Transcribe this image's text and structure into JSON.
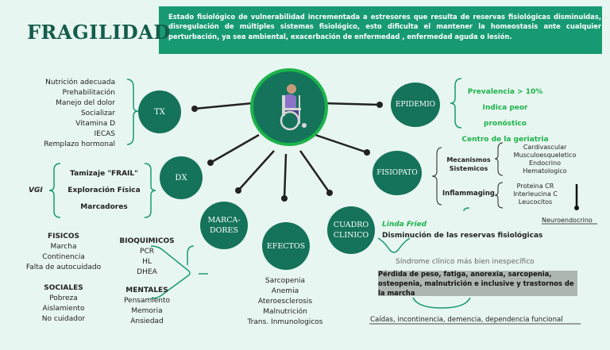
{
  "header": {
    "title": "FRAGILIDAD",
    "definition": "Estado fisiológico de vulnerabilidad incrementada a estresores que resulta de reservas fisiológicas disminuidas, disregulación de múltiples sistemas fisiológico, esto dificulta el mantener la homeostasis ante cualquier perturbación, ya sea ambiental, exacerbación de enfermedad , enfermedad aguda o lesión."
  },
  "nodes": {
    "tx": "TX",
    "dx": "DX",
    "marcadores_1": "MARCA-",
    "marcadores_2": "DORES",
    "efectos": "EFECTOS",
    "cuadro_1": "CUADRO",
    "cuadro_2": "CLINICO",
    "fisiopato": "FISIOPATO",
    "epidemio": "EPIDEMIO"
  },
  "tx_items": [
    "Nutrición adecuada",
    "Prehabilitación",
    "Manejo del dolor",
    "Socializar",
    "Vitamina D",
    "IECAS",
    "Remplazo hormonal"
  ],
  "dx": {
    "vgi": "VGI",
    "items": [
      "Tamizaje \"FRAIL\"",
      "Exploración Física",
      "Marcadores"
    ]
  },
  "marcadores": {
    "fisicos_title": "FISICOS",
    "fisicos": [
      "Marcha",
      "Continencia",
      "Falta de autocuidado"
    ],
    "sociales_title": "SOCIALES",
    "sociales": [
      "Pobreza",
      "Aislamiento",
      "No cuidador"
    ],
    "bioquimicos_title": "BIOQUIMICOS",
    "bioquimicos": [
      "PCR",
      "HL",
      "DHEA"
    ],
    "mentales_title": "MENTALES",
    "mentales": [
      "Pensamiento",
      "Memoria",
      "Ansiedad"
    ]
  },
  "efectos_items": [
    "Sarcopenia",
    "Anemia",
    "Ateroesclerosis",
    "Malnutrición",
    "Trans. Inmunologicos"
  ],
  "epidemio_items": [
    "Prevalencia > 10%",
    "Indica peor pronóstico",
    "Centro de la geriatria"
  ],
  "fisiopato": {
    "mecanismos_1": "Mecanismos",
    "mecanismos_2": "Sistemicos",
    "mecanismos_items": [
      "Cardivascular",
      "Musculoesqueletico",
      "Endocrino",
      "Hematologico"
    ],
    "inflammaging": "Inflammaging",
    "inflammaging_items": [
      "Proteina CR",
      "Interleucina C",
      "Leucocitos"
    ],
    "neuro": "Neuroendocrino"
  },
  "cuadro": {
    "author": "Linda Fried",
    "disminucion": "Disminución de las reservas fisiológicas",
    "sindrome": "Síndrome clínico más bien inespecífico",
    "perdida": "Pérdida de peso, fatiga, anorexia, sarcopenia, osteopenia, malnutrición e inclusive y trastornos de la marcha",
    "caidas": "Caídas, incontinencia, demencia, dependencia funcional"
  },
  "colors": {
    "accent": "#179a73",
    "node": "#14735a",
    "highlight": "#1db34a"
  }
}
